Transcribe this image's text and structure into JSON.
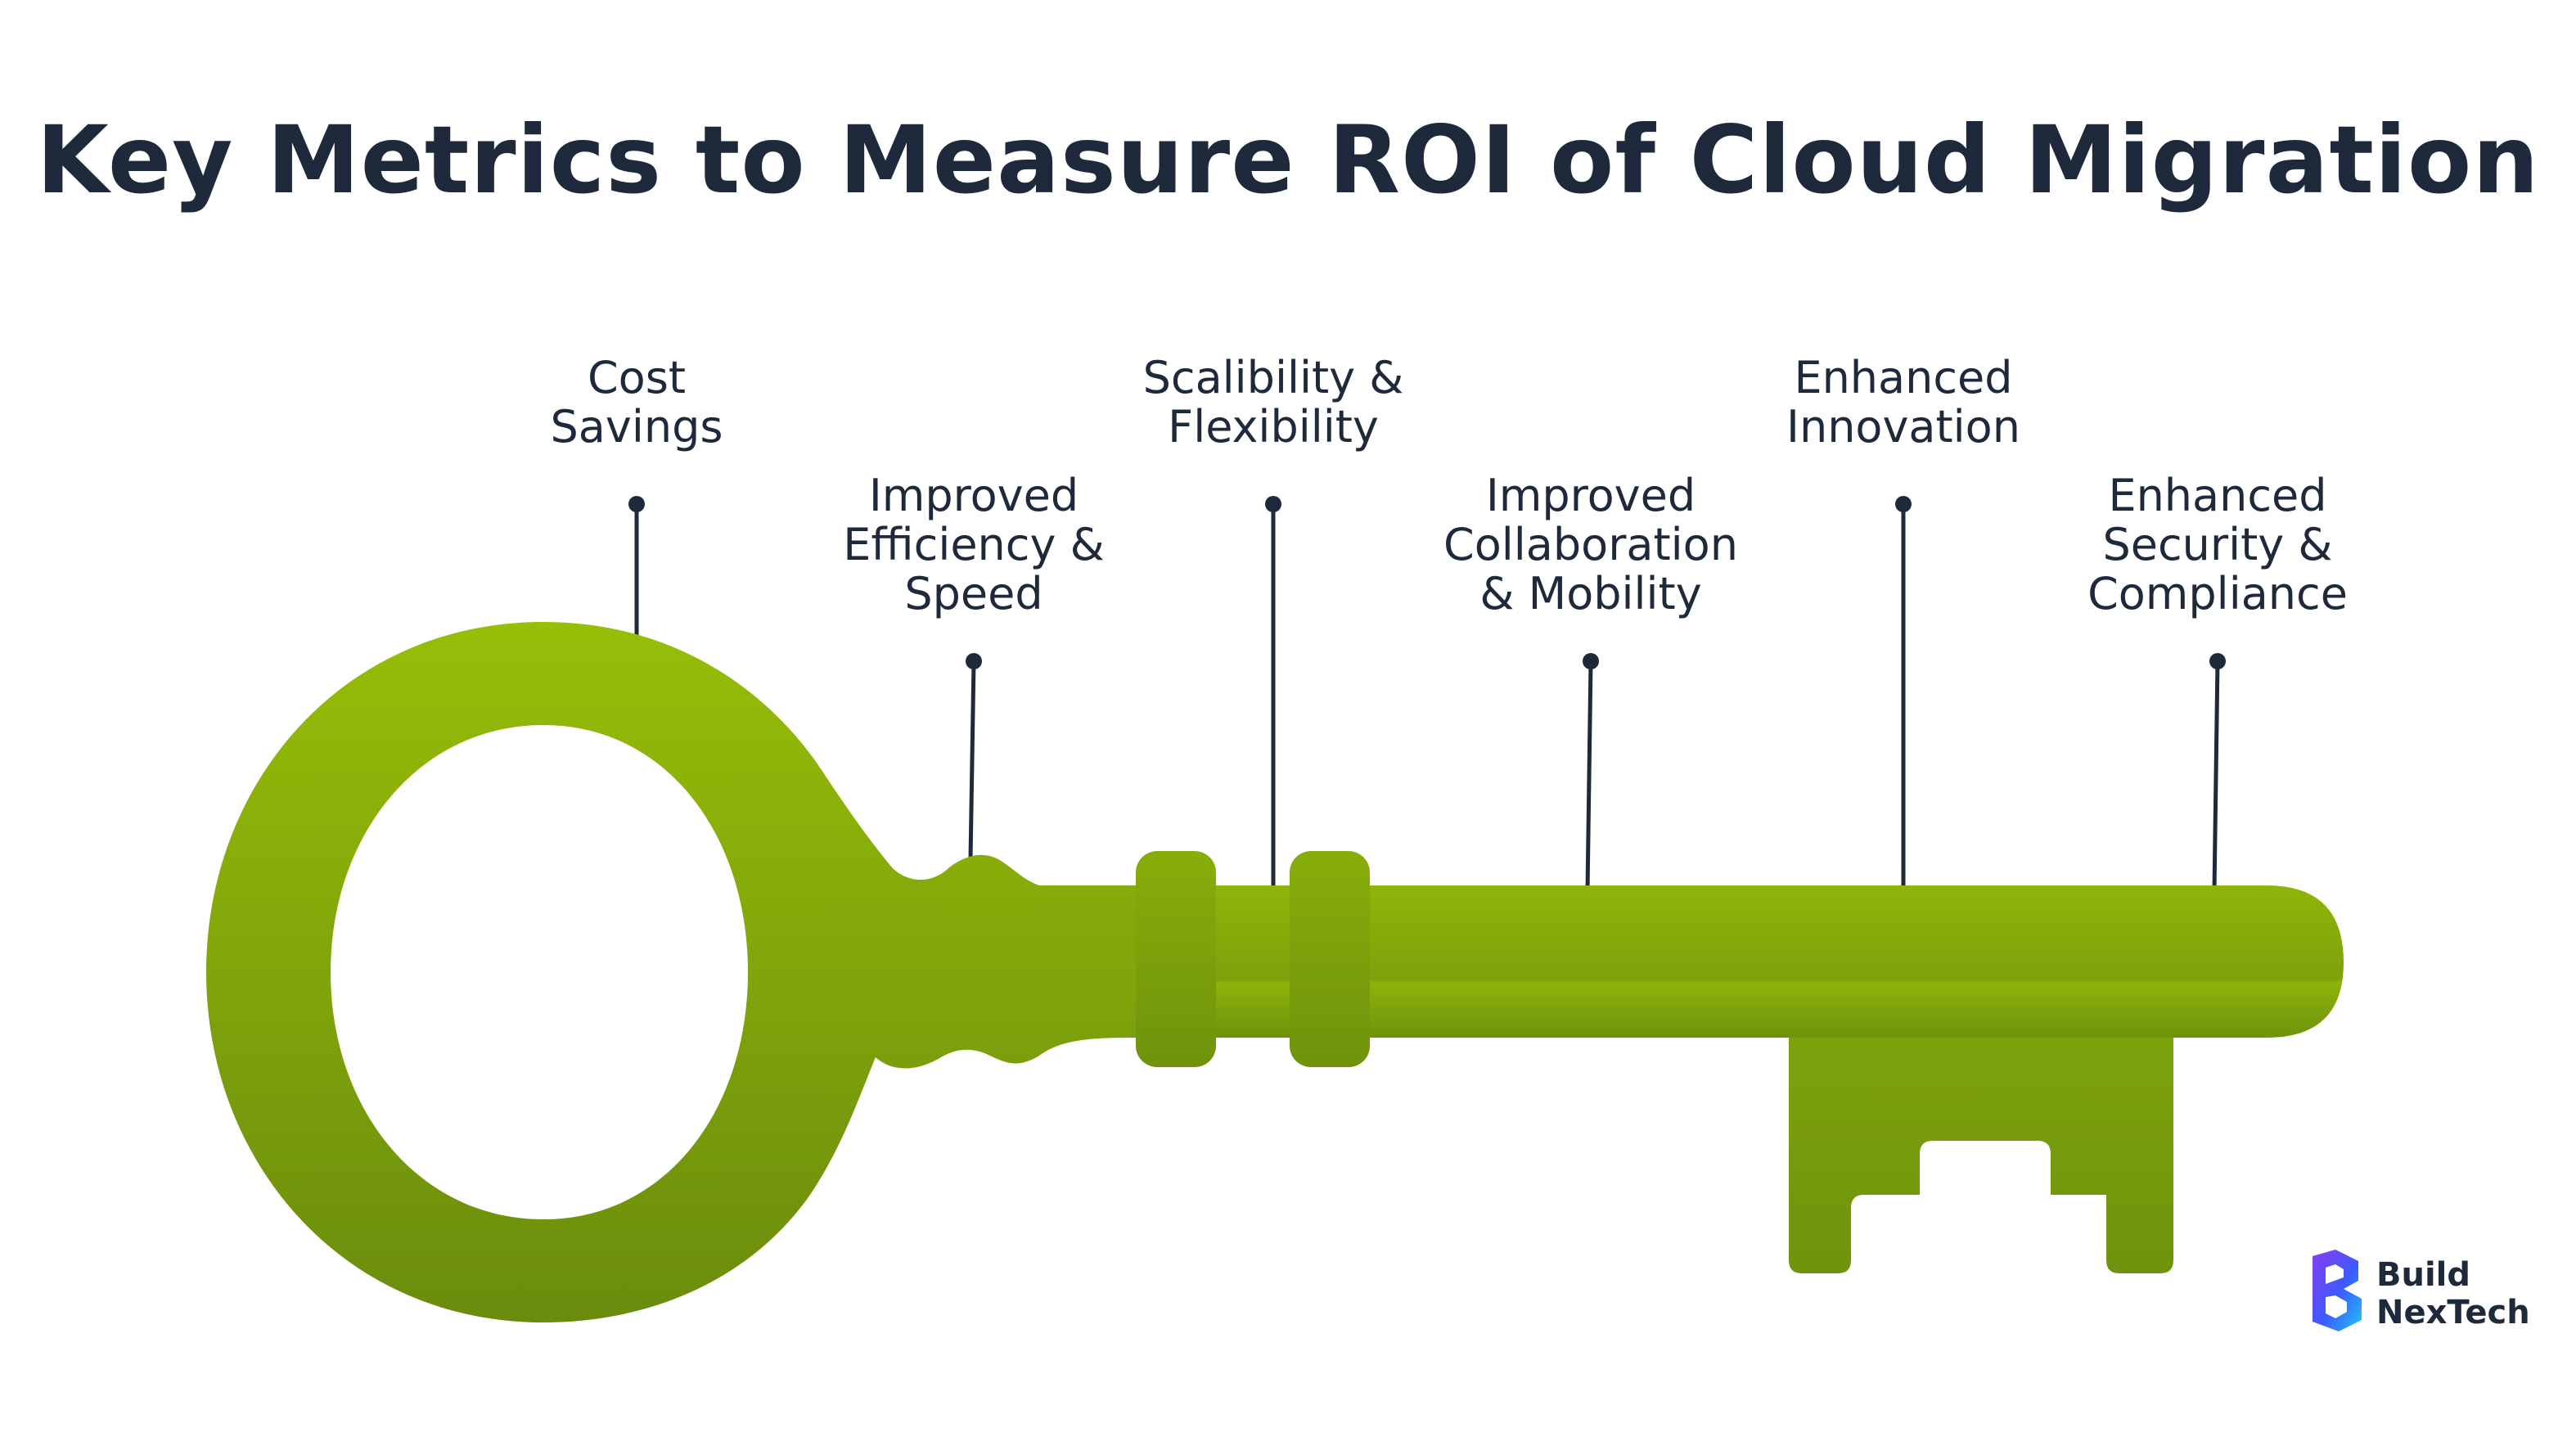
{
  "title": "Key Metrics to Measure ROI of Cloud Migration",
  "metrics": [
    {
      "lines": [
        "Cost",
        "Savings"
      ]
    },
    {
      "lines": [
        "Improved",
        "Efficiency &",
        "Speed"
      ]
    },
    {
      "lines": [
        "Scalibility &",
        "Flexibility"
      ]
    },
    {
      "lines": [
        "Improved",
        "Collaboration",
        "& Mobility"
      ]
    },
    {
      "lines": [
        "Enhanced",
        "Innovation"
      ]
    },
    {
      "lines": [
        "Enhanced",
        "Security &",
        "Compliance"
      ]
    }
  ],
  "brand": {
    "line1": "Build",
    "line2": "NexTech"
  },
  "colors": {
    "key_top": "#95bc0a",
    "key_bottom": "#6c900c",
    "text": "#1e2a3b",
    "brand_blue": "#3b5bff",
    "brand_purple": "#8a3cf2",
    "brand_cyan": "#22c8f0"
  }
}
